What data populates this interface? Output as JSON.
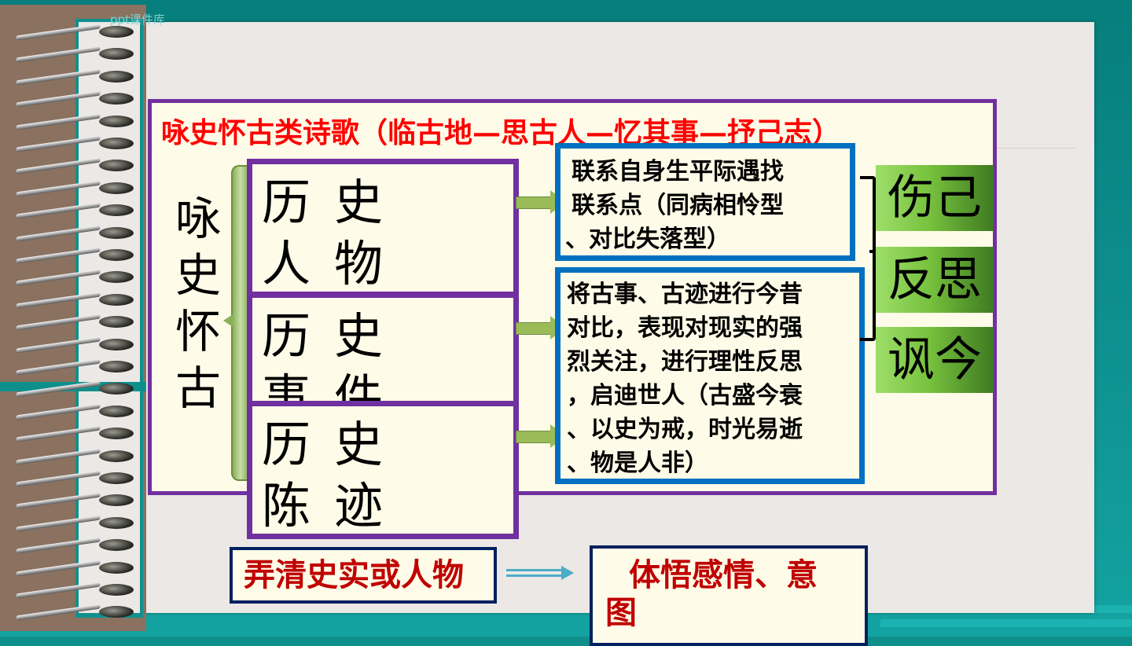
{
  "title": "咏史怀古类诗歌（临古地—思古人—忆其事—抒己志）",
  "category_label": "咏史怀古",
  "category_chars": [
    "咏",
    "史",
    "怀",
    "古"
  ],
  "topics": [
    {
      "label": "历史人物"
    },
    {
      "label": "历史事件"
    },
    {
      "label": "历史陈迹"
    }
  ],
  "explanations": [
    {
      "lines": [
        "联系自身生平际遇找",
        "联系点（同病相怜型",
        "、对比失落型）"
      ]
    },
    {
      "lines": [
        "将古事、古迹进行今昔",
        "对比，表现对现实的强",
        "烈关注，进行理性反思",
        "，启迪世人（古盛今衰",
        "、以史为戒，时光易逝",
        "、物是人非）"
      ]
    }
  ],
  "purposes": [
    "伤己",
    "反思",
    "讽今"
  ],
  "method": {
    "left": "弄清史实或人物",
    "right": "体悟感情、意图"
  },
  "colors": {
    "title": "#ff0000",
    "frame": "#7030a0",
    "blue": "#0070c0",
    "green": "#9bbb59",
    "navy": "#002060",
    "red": "#c00000"
  },
  "logo": "ppt课件库"
}
